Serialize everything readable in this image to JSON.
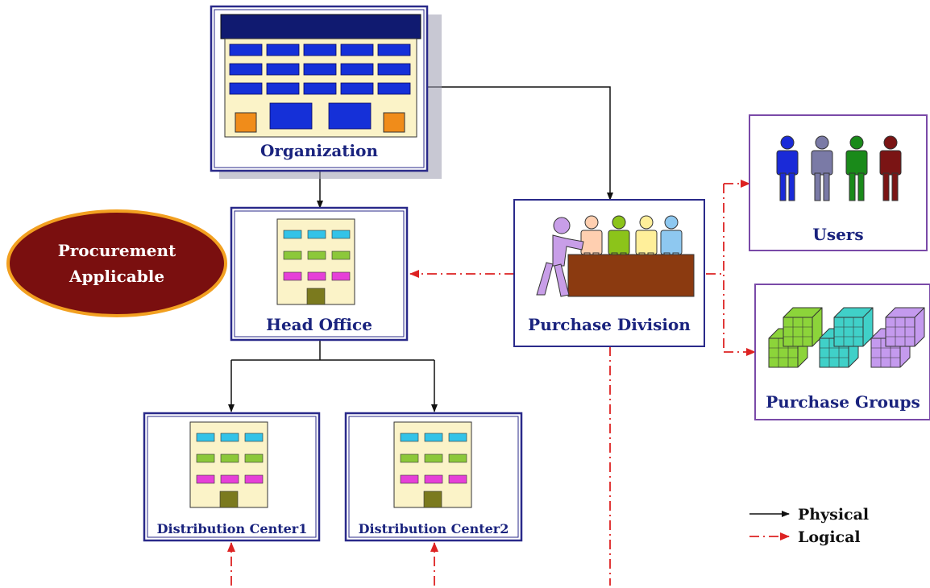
{
  "nodes": {
    "organization": {
      "label": "Organization"
    },
    "head_office": {
      "label": "Head Office"
    },
    "purchase_division": {
      "label": "Purchase Division"
    },
    "users": {
      "label": "Users"
    },
    "purchase_groups": {
      "label": "Purchase Groups"
    },
    "distribution_center1": {
      "label": "Distribution Center1"
    },
    "distribution_center2": {
      "label": "Distribution Center2"
    }
  },
  "badge": {
    "line1": "Procurement",
    "line2": "Applicable"
  },
  "legend": {
    "physical": "Physical",
    "logical": "Logical"
  },
  "colors": {
    "box_border": "#2a2a8a",
    "badge_fill": "#7a0f0f",
    "badge_ring": "#f2a020",
    "physical_arrow": "#111111",
    "logical_arrow": "#dd2222",
    "label_text": "#1a237e"
  },
  "icons": {
    "organization": "office-tower-icon",
    "head_office": "building-icon",
    "purchase_division": "team-meeting-icon",
    "users": "people-group-icon",
    "purchase_groups": "stacked-cubes-icon",
    "distribution_center": "building-icon"
  }
}
